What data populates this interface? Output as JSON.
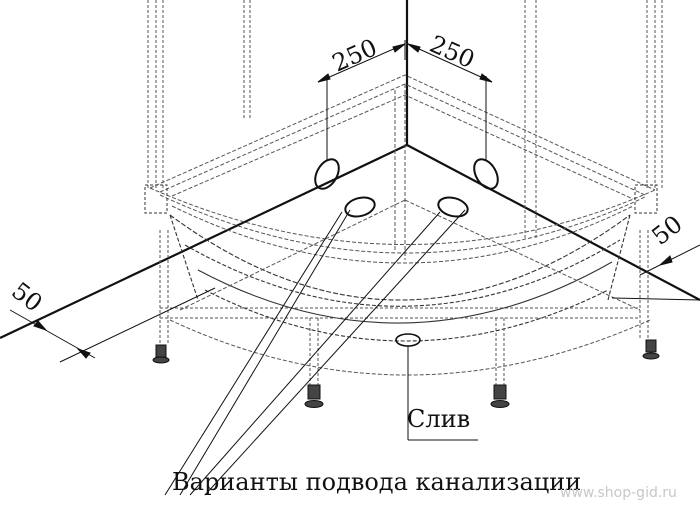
{
  "diagram": {
    "dimensions": {
      "left_offset": "250",
      "right_offset": "250",
      "left_wall_gap": "50",
      "right_wall_gap": "50"
    },
    "labels": {
      "drain": "Слив",
      "sewer_options": "Варианты подвода канализации"
    },
    "watermark": "www.shop-gid.ru",
    "colors": {
      "line": "#111111",
      "hidden_line": "#555555",
      "background": "#ffffff"
    }
  }
}
